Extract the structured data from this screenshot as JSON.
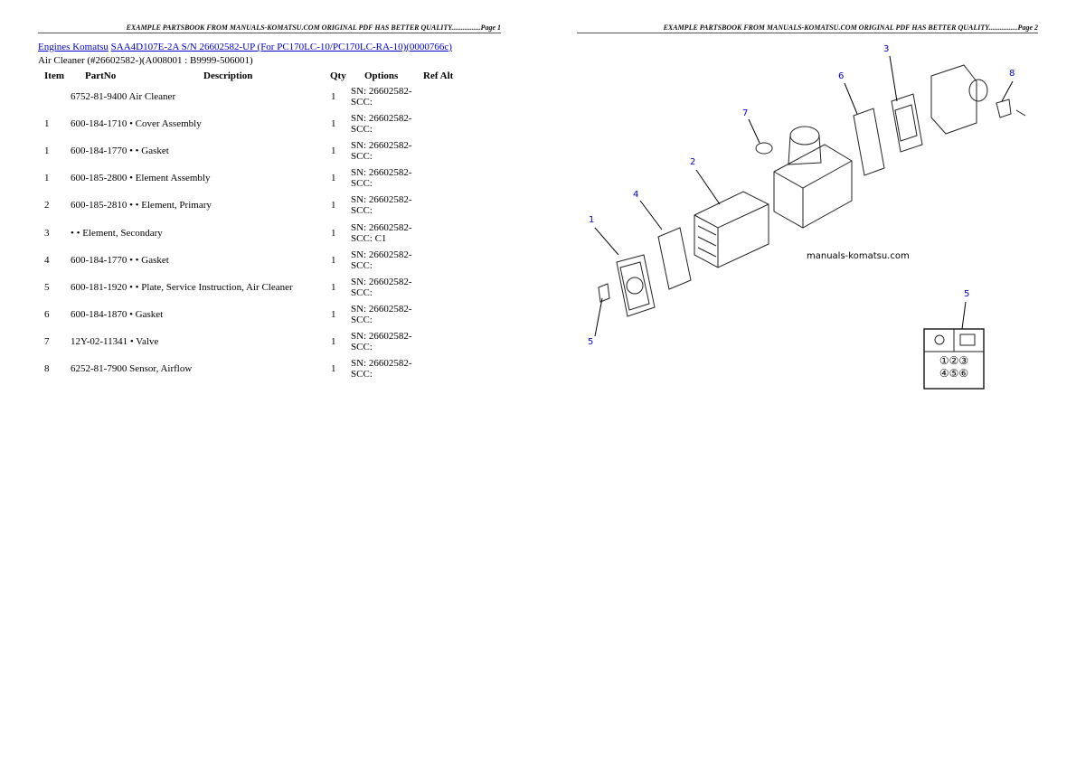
{
  "page1": {
    "header": "EXAMPLE PARTSBOOK FROM MANUALS-KOMATSU.COM ORIGINAL PDF HAS BETTER QUALITY................Page 1",
    "breadcrumb": {
      "link1": "Engines Komatsu",
      "link2": "SAA4D107E-2A S/N 26602582-UP (For PC170LC-10/PC170LC-RA-10)(0000766c)"
    },
    "subtitle": "Air Cleaner (#26602582-)(A008001 : B9999-506001)",
    "columns": [
      "Item",
      "PartNo",
      "Description",
      "Qty",
      "Options",
      "Ref Alt"
    ],
    "rows": [
      {
        "item": "",
        "part": "6752-81-9400",
        "desc": "Air Cleaner",
        "qty": "1",
        "opt1": "SN: 26602582-",
        "opt2": "SCC:"
      },
      {
        "item": "1",
        "part": "600-184-1710",
        "desc": "• Cover Assembly",
        "qty": "1",
        "opt1": "SN: 26602582-",
        "opt2": "SCC:"
      },
      {
        "item": "1",
        "part": "600-184-1770",
        "desc": "• • Gasket",
        "qty": "1",
        "opt1": "SN: 26602582-",
        "opt2": "SCC:"
      },
      {
        "item": "1",
        "part": "600-185-2800",
        "desc": "• Element Assembly",
        "qty": "1",
        "opt1": "SN: 26602582-",
        "opt2": "SCC:"
      },
      {
        "item": "2",
        "part": "600-185-2810",
        "desc": "• • Element, Primary",
        "qty": "1",
        "opt1": "SN: 26602582-",
        "opt2": "SCC:"
      },
      {
        "item": "3",
        "part": "",
        "desc": "• • Element, Secondary",
        "qty": "1",
        "opt1": "SN: 26602582-",
        "opt2": "SCC: C1"
      },
      {
        "item": "4",
        "part": "600-184-1770",
        "desc": "• • Gasket",
        "qty": "1",
        "opt1": "SN: 26602582-",
        "opt2": "SCC:"
      },
      {
        "item": "5",
        "part": "600-181-1920",
        "desc": "• • Plate, Service Instruction, Air Cleaner",
        "qty": "1",
        "opt1": "SN: 26602582-",
        "opt2": "SCC:"
      },
      {
        "item": "6",
        "part": "600-184-1870",
        "desc": "• Gasket",
        "qty": "1",
        "opt1": "SN: 26602582-",
        "opt2": "SCC:"
      },
      {
        "item": "7",
        "part": "12Y-02-11341",
        "desc": "• Valve",
        "qty": "1",
        "opt1": "SN: 26602582-",
        "opt2": "SCC:"
      },
      {
        "item": "8",
        "part": "6252-81-7900",
        "desc": "Sensor, Airflow",
        "qty": "1",
        "opt1": "SN: 26602582-",
        "opt2": "SCC:"
      }
    ]
  },
  "page2": {
    "header": "EXAMPLE PARTSBOOK FROM MANUALS-KOMATSU.COM ORIGINAL PDF HAS BETTER QUALITY................Page 2",
    "watermark": "manuals-komatsu.com",
    "callouts": [
      "1",
      "2",
      "3",
      "4",
      "5",
      "6",
      "7",
      "8",
      "5"
    ],
    "decal_numbers": "①②③\n④⑤⑥"
  }
}
